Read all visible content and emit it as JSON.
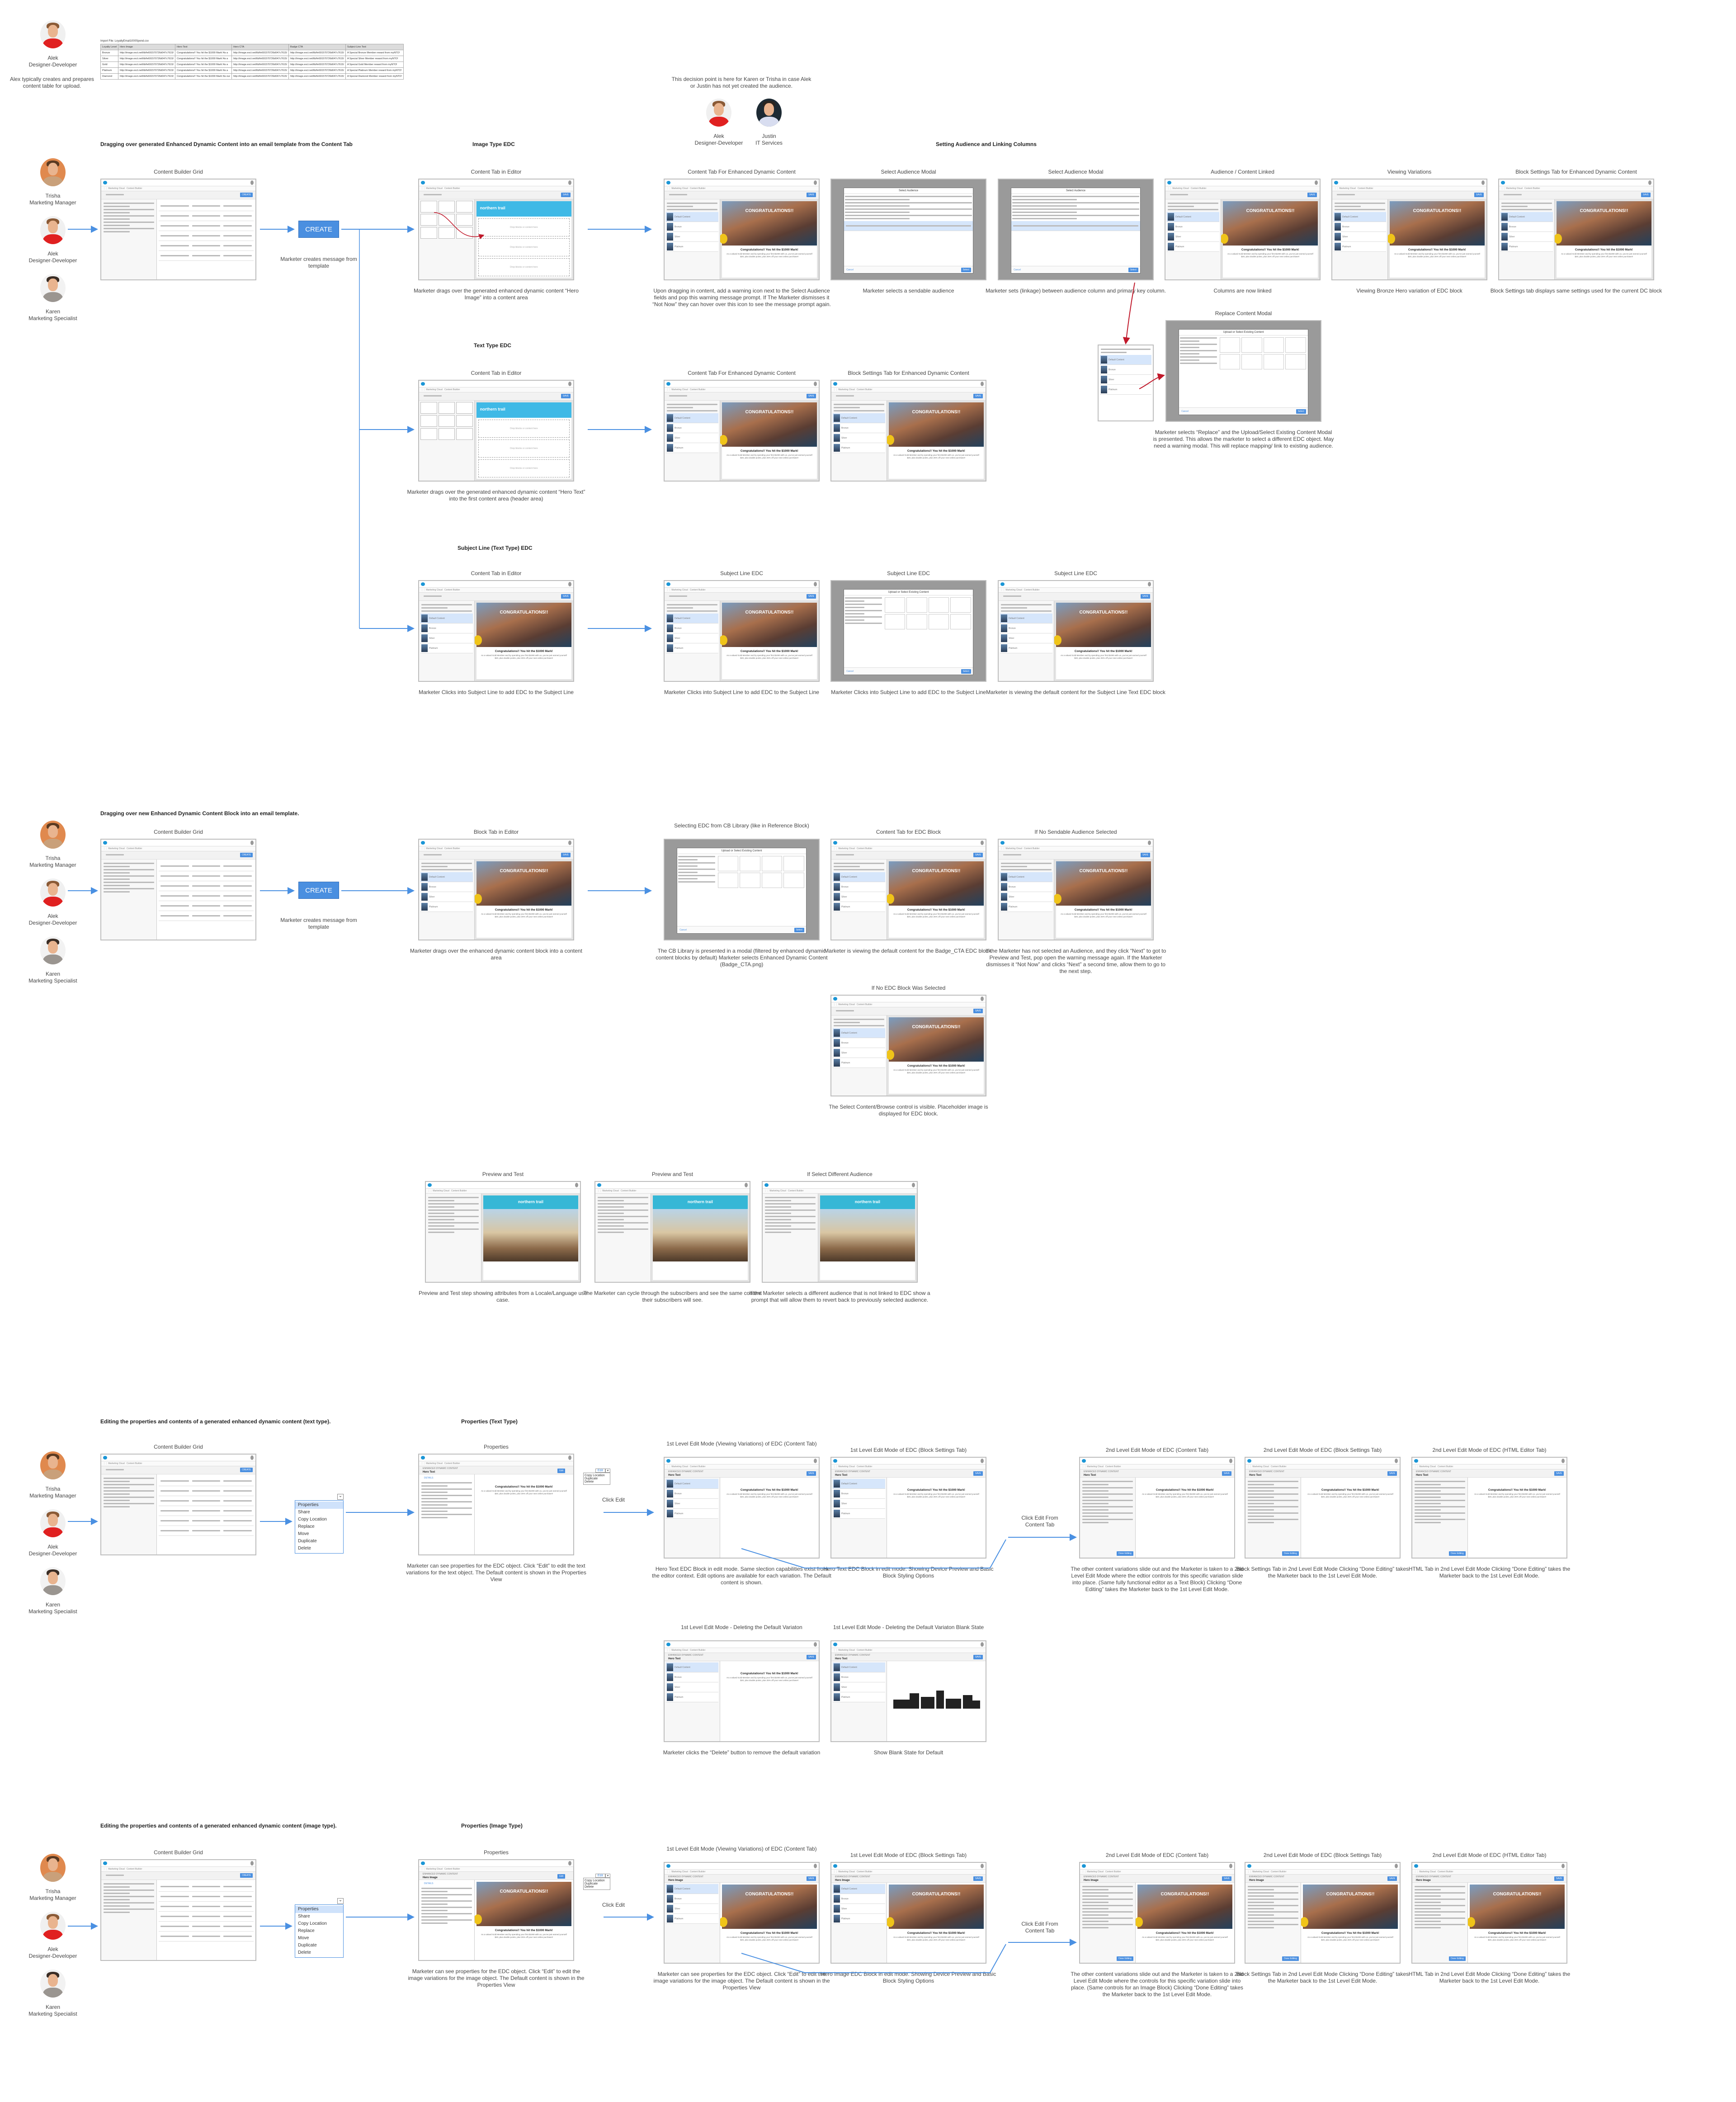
{
  "intro": {
    "persona": {
      "name": "Alek",
      "role": "Designer-Developer"
    },
    "note": "Alex typically creates and prepares content table for upload.",
    "import_file": "Import File: LoyaltyEmail1000Spend.csv",
    "table": {
      "headers": [
        "Loyalty Level",
        "Hero Image",
        "Hero Text",
        "Hero CTA",
        "Badge CTA",
        "Subject Line Text"
      ],
      "rows": [
        [
          "Bronze",
          "http://image.exct.net/lib/fe691570726d047c7615/",
          "Congratulations!! You hit the $1000 Mark! As a",
          "http://image.exct.net/lib/fe691570726d047c7615/",
          "http://image.exct.net/lib/fe691570726d047c7615/",
          "A Special Bronze Member reward from myNTO!"
        ],
        [
          "Silver",
          "http://image.exct.net/lib/fe691570726d047c7615/",
          "Congratulations!! You hit the $1000 Mark! As a",
          "http://image.exct.net/lib/fe691570726d047c7615/",
          "http://image.exct.net/lib/fe691570726d047c7615/",
          "A Special Silver Member reward from myNTO!"
        ],
        [
          "Gold",
          "http://image.exct.net/lib/fe691570726d047c7615/",
          "Congratulations!! You hit the $1000 Mark! As a",
          "http://image.exct.net/lib/fe691570726d047c7615/",
          "http://image.exct.net/lib/fe691570726d047c7615/",
          "A Special Gold Member reward from myNTO!"
        ],
        [
          "Platinum",
          "http://image.exct.net/lib/fe691570726d047c7615/",
          "Congratulations!! You hit the $1000 Mark! As a",
          "http://image.exct.net/lib/fe691570726d047c7615/",
          "http://image.exct.net/lib/fe691570726d047c7615/",
          "A Special Platinum Member reward from myNTO!"
        ],
        [
          "Diamond",
          "http://image.exct.net/lib/fe691570726d047c7615/",
          "Congratulations!! You hit the $1000 Mark! As our",
          "http://image.exct.net/lib/fe691570726d047c7615/",
          "http://image.exct.net/lib/fe691570726d047c7615/",
          "A Special Diamond Member reward from myNTO!"
        ]
      ]
    }
  },
  "decision": {
    "note": "This decision point is here for Karen or Trisha in case Alek or Justin has not yet created the audience.",
    "personas": [
      {
        "name": "Alek",
        "role": "Designer-Developer"
      },
      {
        "name": "Justin",
        "role": "IT Services"
      }
    ]
  },
  "personas": [
    {
      "name": "Trisha",
      "role": "Marketing Manager"
    },
    {
      "name": "Alek",
      "role": "Designer-Developer"
    },
    {
      "name": "Karen",
      "role": "Marketing Specialist"
    }
  ],
  "sections": {
    "s1": "Dragging over generated Enhanced Dynamic Content into an email template from the Content Tab",
    "s1_image": "Image Type EDC",
    "s1_audience": "Setting Audience and Linking Columns",
    "s1_text": "Text Type EDC",
    "s1_subject": "Subject Line (Text Type) EDC",
    "s2": "Dragging over new Enhanced Dynamic Content Block into an email template.",
    "s3": "Editing the properties and contents of a generated enhanced dynamic content (text type).",
    "s3_sub": "Properties (Text Type)",
    "s4": "Editing the properties and contents of a generated enhanced dynamic content (image type).",
    "s4_sub": "Properties (Image Type)"
  },
  "create": {
    "label": "CREATE",
    "caption": "Marketer creates message from template"
  },
  "menu": {
    "items": [
      "Properties",
      "Share",
      "Copy Location",
      "Replace",
      "Move",
      "Duplicate",
      "Delete"
    ]
  },
  "edit_menu": {
    "button": "Edit",
    "items": [
      "Copy Location",
      "Duplicate",
      "Delete"
    ]
  },
  "click_edit": "Click Edit",
  "click_edit_from": "Click Edit From Content Tab",
  "ui": {
    "marketing_cloud": "Marketing Cloud",
    "content_builder": "Content Builder",
    "create": "CREATE",
    "save": "SAVE",
    "drop": "Drop blocks or content here",
    "hero_banner": "CONGRATULATIONS!!",
    "congrats": "Congratulations!! You hit the $1000 Mark!",
    "congrats_body": "As a valued Gold Member and by spending your first $1000 with us, you've just earned yourself $20, plus double points, plus 25% off your next online purchase!!",
    "brand": "northern trail",
    "upload_modal": "Upload or Select Existing Content",
    "cancel": "Cancel",
    "select": "Select",
    "select_audience": "Select Audience",
    "edc": "ENHANCED DYNAMIC CONTENT",
    "hero_text": "Hero Text",
    "hero_image": "Hero Image",
    "edit": "Edit",
    "share": "Share",
    "details": "DETAILS",
    "done": "Done Editing",
    "default": "Default Content",
    "bronze": "Bronze",
    "silver": "Silver",
    "platinum": "Platinum"
  },
  "screens": [
    {
      "id": "s1a",
      "kind": "grid",
      "title": "Content Builder Grid",
      "caption": ""
    },
    {
      "id": "s1b",
      "kind": "editor",
      "title": "Content Tab in Editor",
      "caption": "Marketer drags over the generated enhanced dynamic content “Hero Image” into a content area"
    },
    {
      "id": "s1c",
      "kind": "edc",
      "title": "Content Tab For Enhanced Dynamic Content",
      "caption": "Upon dragging in content, add a warning icon next to the Select Audience fields and pop this warning message prompt. If The Marketer dismisses it “Not Now” they can hover over this icon to see the message prompt again."
    },
    {
      "id": "s1d",
      "kind": "audmodal",
      "title": "Select Audience Modal",
      "caption": "Marketer selects a sendable audience"
    },
    {
      "id": "s1e",
      "kind": "audmodal",
      "title": "Select Audience Modal",
      "caption": "Marketer sets (linkage) between audience column and primary key column."
    },
    {
      "id": "s1f",
      "kind": "edc",
      "title": "Audience / Content Linked",
      "caption": "Columns are now linked"
    },
    {
      "id": "s1g",
      "kind": "edc",
      "title": "Viewing Variations",
      "caption": "Viewing Bronze Hero variation of EDC block"
    },
    {
      "id": "s1h",
      "kind": "edc",
      "title": "Block Settings Tab for Enhanced Dynamic Content",
      "caption": "Block Settings tab displays same settings used for the current DC block"
    },
    {
      "id": "s1i",
      "kind": "panel",
      "title": "",
      "caption": ""
    },
    {
      "id": "s1j",
      "kind": "modal",
      "title": "Replace Content Modal",
      "caption": "Marketer selects “Replace” and the Upload/Select Existing Content Modal is presented. This allows the marketer to select a different EDC object. May need a warning modal. This will replace mapping/ link to existing audience."
    },
    {
      "id": "s2a",
      "kind": "editor",
      "title": "Content Tab in Editor",
      "caption": "Marketer drags over the generated enhanced dynamic content “Hero Text” into the first content area (header area)"
    },
    {
      "id": "s2b",
      "kind": "edc",
      "title": "Content Tab For Enhanced Dynamic Content",
      "caption": ""
    },
    {
      "id": "s2c",
      "kind": "edc",
      "title": "Block Settings Tab for Enhanced Dynamic Content",
      "caption": ""
    },
    {
      "id": "s3a",
      "kind": "edc",
      "title": "Content Tab in Editor",
      "caption": "Marketer Clicks into Subject Line to add EDC to the Subject Line"
    },
    {
      "id": "s3b",
      "kind": "edc",
      "title": "Subject Line EDC",
      "caption": "Marketer Clicks into Subject Line to add EDC to the Subject Line"
    },
    {
      "id": "s3c",
      "kind": "modal",
      "title": "Subject Line EDC",
      "caption": "Marketer Clicks into Subject Line to add EDC to the Subject Line"
    },
    {
      "id": "s3d",
      "kind": "edc",
      "title": "Subject Line EDC",
      "caption": "Marketer is viewing the default content for the Subject Line Text EDC block"
    },
    {
      "id": "s4a",
      "kind": "grid",
      "title": "Content Builder Grid",
      "caption": ""
    },
    {
      "id": "s4b",
      "kind": "edc",
      "title": "Block Tab in Editor",
      "caption": "Marketer drags over the enhanced dynamic content block into a content area"
    },
    {
      "id": "s4c",
      "kind": "modal",
      "title": "Selecting EDC from CB Library (like in Reference Block)",
      "caption": "The CB Library is presented in a modal (filtered by enhanced dynamic content blocks by default) Marketer selects Enhanced Dynamic Content (Badge_CTA.png)"
    },
    {
      "id": "s4d",
      "kind": "edc",
      "title": "Content Tab for EDC Block",
      "caption": "Marketer is viewing the default content for the Badge_CTA EDC block."
    },
    {
      "id": "s4e",
      "kind": "edc",
      "title": "If No Sendable Audience Selected",
      "caption": "If the Marketer has not selected an Audience, and they click “Next” to got to Preview and Test, pop open the warning message again. If the Marketer dismisses it “Not Now” and clicks “Next” a second time, allow them to go to the next step."
    },
    {
      "id": "s4f",
      "kind": "edc",
      "title": "If No EDC Block Was Selected",
      "caption": "The Select Content/Browse control is visible. Placeholder image is displayed for EDC block."
    },
    {
      "id": "s5a",
      "kind": "preview",
      "title": "Preview and Test",
      "caption": "Preview and Test step showing attributes from a Locale/Language use case."
    },
    {
      "id": "s5b",
      "kind": "preview",
      "title": "Preview and Test",
      "caption": "The Marketer can cycle through the subscribers and see the same content their subscribers will see."
    },
    {
      "id": "s5c",
      "kind": "preview",
      "title": "If Select Different Audience",
      "caption": "If the Marketer selects a different audience that is not linked to EDC show a prompt that will allow them to revert back to previously selected audience."
    },
    {
      "id": "s6a",
      "kind": "grid",
      "title": "Content Builder Grid",
      "caption": ""
    },
    {
      "id": "s6b",
      "kind": "props",
      "title": "Properties",
      "caption": "Marketer can see properties for the EDC object. Click “Edit” to edit the text variations for the text object. The Default content is shown in the Properties View"
    },
    {
      "id": "s6c",
      "kind": "edit1",
      "title": "1st Level Edit Mode (Viewing Variations) of EDC (Content Tab)",
      "caption": "Hero Text EDC Block in edit mode. Same slection capabilities exist from the editor context. Edit options are available for each variation. The Default content is shown."
    },
    {
      "id": "s6d",
      "kind": "edit1",
      "title": "1st Level Edit Mode of EDC (Block Settings Tab)",
      "caption": "Hero Text EDC Block in edit mode. Showing Device Preview and Basic Block Styling Options"
    },
    {
      "id": "s6e",
      "kind": "edit2",
      "title": "2nd Level Edit Mode of EDC (Content Tab)",
      "caption": "The other content variations slide out and the Marketer is taken to a 2nd Level Edit Mode where the edtior controls for this specific variation slide into place. (Same fully functional editor as a Text Block) Clicking “Done Editing” takes the Marketer back to the 1st Level Edit Mode."
    },
    {
      "id": "s6f",
      "kind": "edit2",
      "title": "2nd Level Edit Mode of EDC (Block Settings Tab)",
      "caption": "Block Settings Tab in 2nd Level Edit Mode Clicking “Done Editing” takes the Marketer back to the 1st Level Edit Mode."
    },
    {
      "id": "s6g",
      "kind": "edit2",
      "title": "2nd Level Edit Mode of EDC (HTML Editor Tab)",
      "caption": "HTML Tab in 2nd Level Edit Mode Clicking “Done Editing” takes the Marketer back to the 1st Level Edit Mode."
    },
    {
      "id": "s6h",
      "kind": "edit1",
      "title": "1st Level Edit Mode - Deleting the Default Variaton",
      "caption": "Marketer clicks the “Delete” button to remove the default variation"
    },
    {
      "id": "s6i",
      "kind": "blank",
      "title": "1st Level Edit Mode - Deleting the Default Variaton Blank State",
      "caption": "Show Blank State for Default"
    },
    {
      "id": "s7a",
      "kind": "grid",
      "title": "Content Builder Grid",
      "caption": ""
    },
    {
      "id": "s7b",
      "kind": "propsimg",
      "title": "Properties",
      "caption": "Marketer can see properties for the EDC object. Click “Edit” to edit the image variations for the image object. The Default content is shown in the Properties View"
    },
    {
      "id": "s7c",
      "kind": "edit1img",
      "title": "1st Level Edit Mode (Viewing Variations) of EDC (Content Tab)",
      "caption": "Marketer can see properties for the EDC object. Click “Edit” to edit the image variations for the image object. The Default content is shown in the Properties View"
    },
    {
      "id": "s7d",
      "kind": "edit1img",
      "title": "1st Level Edit Mode of EDC (Block Settings Tab)",
      "caption": "Hero Image EDC Block in edit mode. Showing Device Preview and Basic Block Styling Options"
    },
    {
      "id": "s7e",
      "kind": "edit2img",
      "title": "2nd Level Edit Mode of EDC (Content Tab)",
      "caption": "The other content variations slide out and the Marketer is taken to a 2nd Level Edit Mode where the controls for this specific variation slide into place. (Same controls for an Image Block) Clicking “Done Editing” takes the Marketer back to the 1st Level Edit Mode."
    },
    {
      "id": "s7f",
      "kind": "edit2img",
      "title": "2nd Level Edit Mode of EDC (Block Settings Tab)",
      "caption": "Block Settings Tab in 2nd Level Edit Mode Clicking “Done Editing” takes the Marketer back to the 1st Level Edit Mode."
    },
    {
      "id": "s7g",
      "kind": "edit2img",
      "title": "2nd Level Edit Mode of EDC (HTML Editor Tab)",
      "caption": "HTML Tab in 2nd Level Edit Mode Clicking “Done Editing” takes the Marketer back to the 1st Level Edit Mode."
    }
  ]
}
